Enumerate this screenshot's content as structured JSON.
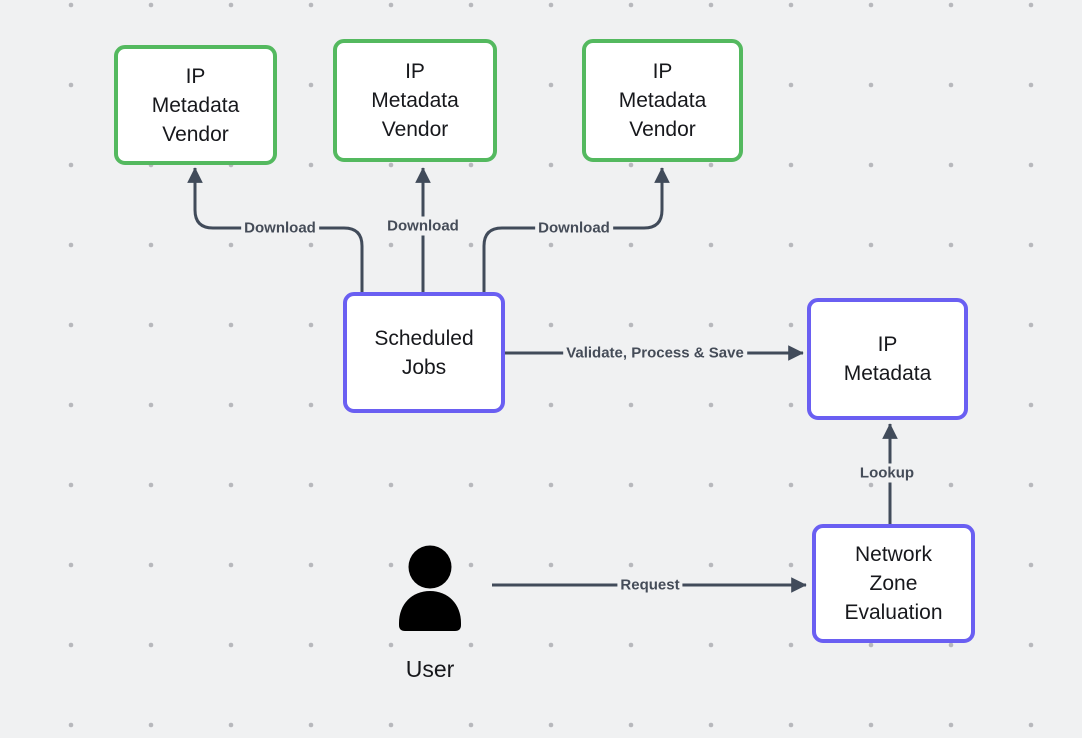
{
  "diagram": {
    "nodes": {
      "vendor1": {
        "label": "IP\nMetadata\nVendor"
      },
      "vendor2": {
        "label": "IP\nMetadata\nVendor"
      },
      "vendor3": {
        "label": "IP\nMetadata\nVendor"
      },
      "scheduled_jobs": {
        "label": "Scheduled\nJobs"
      },
      "ip_metadata": {
        "label": "IP\nMetadata"
      },
      "network_zone_evaluation": {
        "label": "Network\nZone\nEvaluation"
      }
    },
    "actors": {
      "user": {
        "label": "User",
        "icon": "person-icon"
      }
    },
    "edges": {
      "download_left": {
        "label": "Download"
      },
      "download_middle": {
        "label": "Download"
      },
      "download_right": {
        "label": "Download"
      },
      "validate_process_save": {
        "label": "Validate, Process & Save"
      },
      "request": {
        "label": "Request"
      },
      "lookup": {
        "label": "Lookup"
      }
    },
    "colors": {
      "vendor_border": "#54b95f",
      "service_border": "#6a5ff2",
      "edge": "#414b5a",
      "label_text": "#454c58",
      "node_text": "#17181c",
      "background": "#f0f1f2",
      "dot": "#b7b8bc",
      "node_fill": "#ffffff"
    }
  }
}
